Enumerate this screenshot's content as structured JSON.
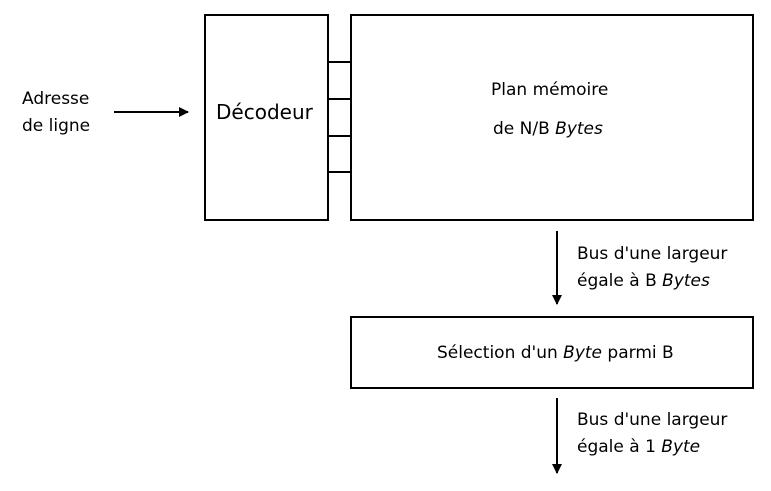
{
  "address": {
    "line1": "Adresse",
    "line2": "de ligne"
  },
  "decoder": {
    "label": "Décodeur"
  },
  "memory": {
    "line1": "Plan mémoire",
    "line2_prefix": "de N/B ",
    "line2_italic": "Bytes"
  },
  "bus_top": {
    "line1": "Bus d'une largeur",
    "line2_prefix": "égale à B ",
    "line2_italic": "Bytes"
  },
  "selection": {
    "prefix": "Sélection d'un ",
    "italic": "Byte",
    "suffix": " parmi B"
  },
  "bus_bottom": {
    "line1": "Bus d'une largeur",
    "line2_prefix": "égale à 1 ",
    "line2_italic": "Byte"
  },
  "icons": {
    "arrow": "arrow-head-icon"
  }
}
